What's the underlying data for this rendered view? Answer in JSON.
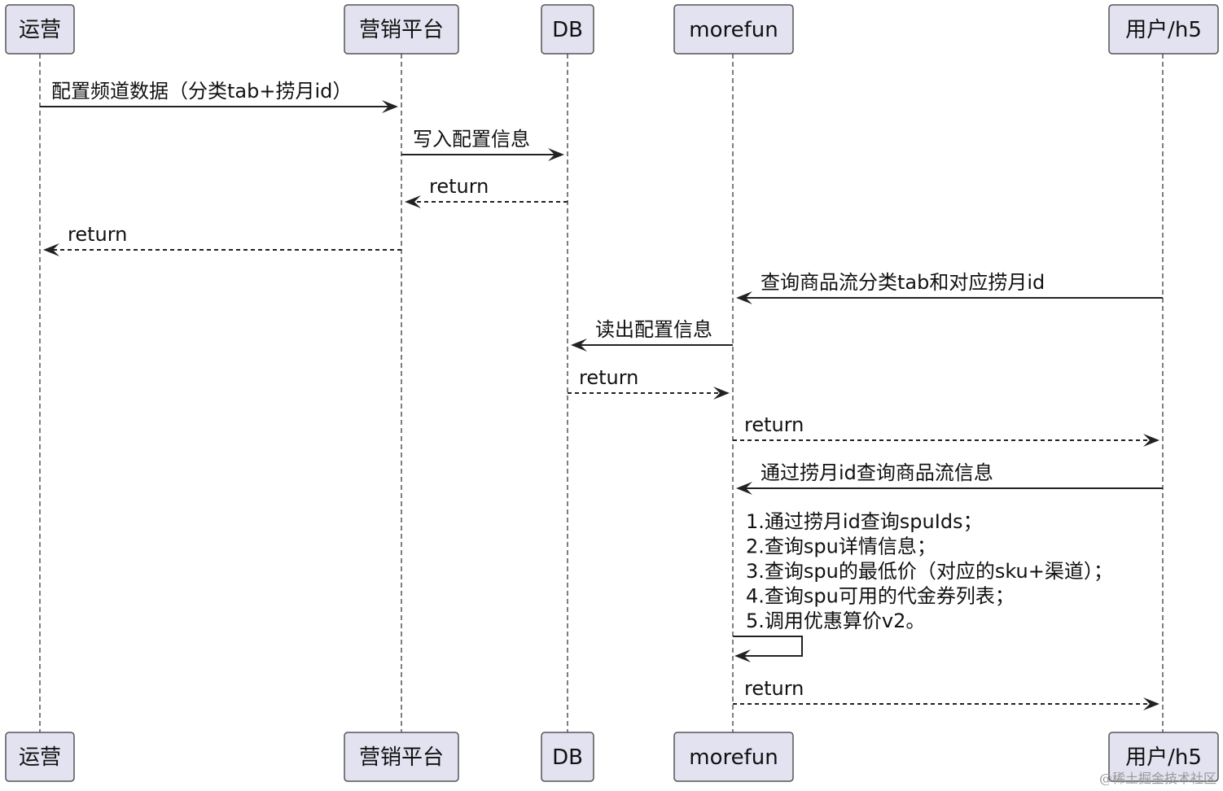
{
  "participants": [
    {
      "id": "ops",
      "label": "运营"
    },
    {
      "id": "mkt",
      "label": "营销平台"
    },
    {
      "id": "db",
      "label": "DB"
    },
    {
      "id": "morefun",
      "label": "morefun"
    },
    {
      "id": "user",
      "label": "用户/h5"
    }
  ],
  "messages": [
    {
      "from": "ops",
      "to": "mkt",
      "style": "solid",
      "lines": [
        "配置频道数据（分类tab+捞月id）"
      ]
    },
    {
      "from": "mkt",
      "to": "db",
      "style": "solid",
      "lines": [
        "写入配置信息"
      ]
    },
    {
      "from": "db",
      "to": "mkt",
      "style": "dashed",
      "lines": [
        "return"
      ]
    },
    {
      "from": "mkt",
      "to": "ops",
      "style": "dashed",
      "lines": [
        "return"
      ]
    },
    {
      "from": "user",
      "to": "morefun",
      "style": "solid",
      "lines": [
        "查询商品流分类tab和对应捞月id"
      ]
    },
    {
      "from": "morefun",
      "to": "db",
      "style": "solid",
      "lines": [
        "读出配置信息"
      ]
    },
    {
      "from": "db",
      "to": "morefun",
      "style": "dashed",
      "lines": [
        "return"
      ]
    },
    {
      "from": "morefun",
      "to": "user",
      "style": "dashed",
      "lines": [
        "return"
      ]
    },
    {
      "from": "user",
      "to": "morefun",
      "style": "solid",
      "lines": [
        "通过捞月id查询商品流信息"
      ]
    },
    {
      "from": "morefun",
      "to": "morefun",
      "style": "solid",
      "lines": [
        "1.通过捞月id查询spuIds；",
        "2.查询spu详情信息；",
        "3.查询spu的最低价（对应的sku+渠道）；",
        "4.查询spu可用的代金券列表；",
        "5.调用优惠算价v2。"
      ]
    },
    {
      "from": "morefun",
      "to": "user",
      "style": "dashed",
      "lines": [
        "return"
      ]
    }
  ],
  "watermark": "@稀土掘金技术社区"
}
